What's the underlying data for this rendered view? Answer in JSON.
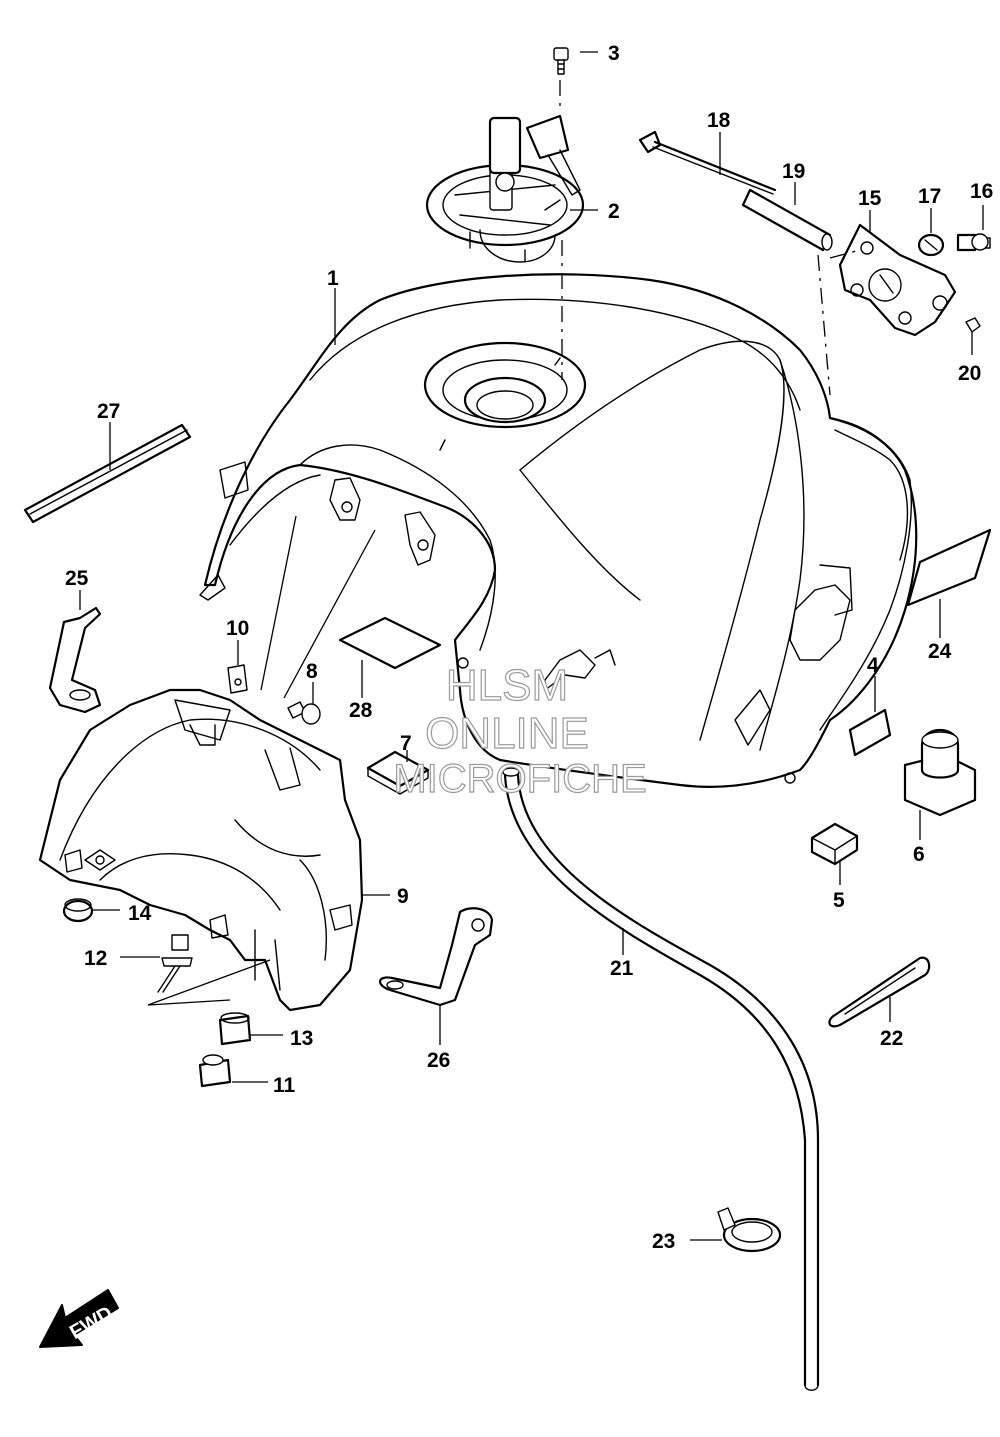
{
  "callouts": [
    "1",
    "2",
    "3",
    "4",
    "5",
    "6",
    "7",
    "8",
    "9",
    "10",
    "11",
    "12",
    "13",
    "14",
    "15",
    "16",
    "17",
    "18",
    "19",
    "20",
    "21",
    "22",
    "23",
    "24",
    "25",
    "26",
    "27",
    "28"
  ],
  "watermark": {
    "line1": "HLSM",
    "line2": "ONLINE",
    "line3": "MICROFICHE"
  },
  "fwd_label": "FWD"
}
